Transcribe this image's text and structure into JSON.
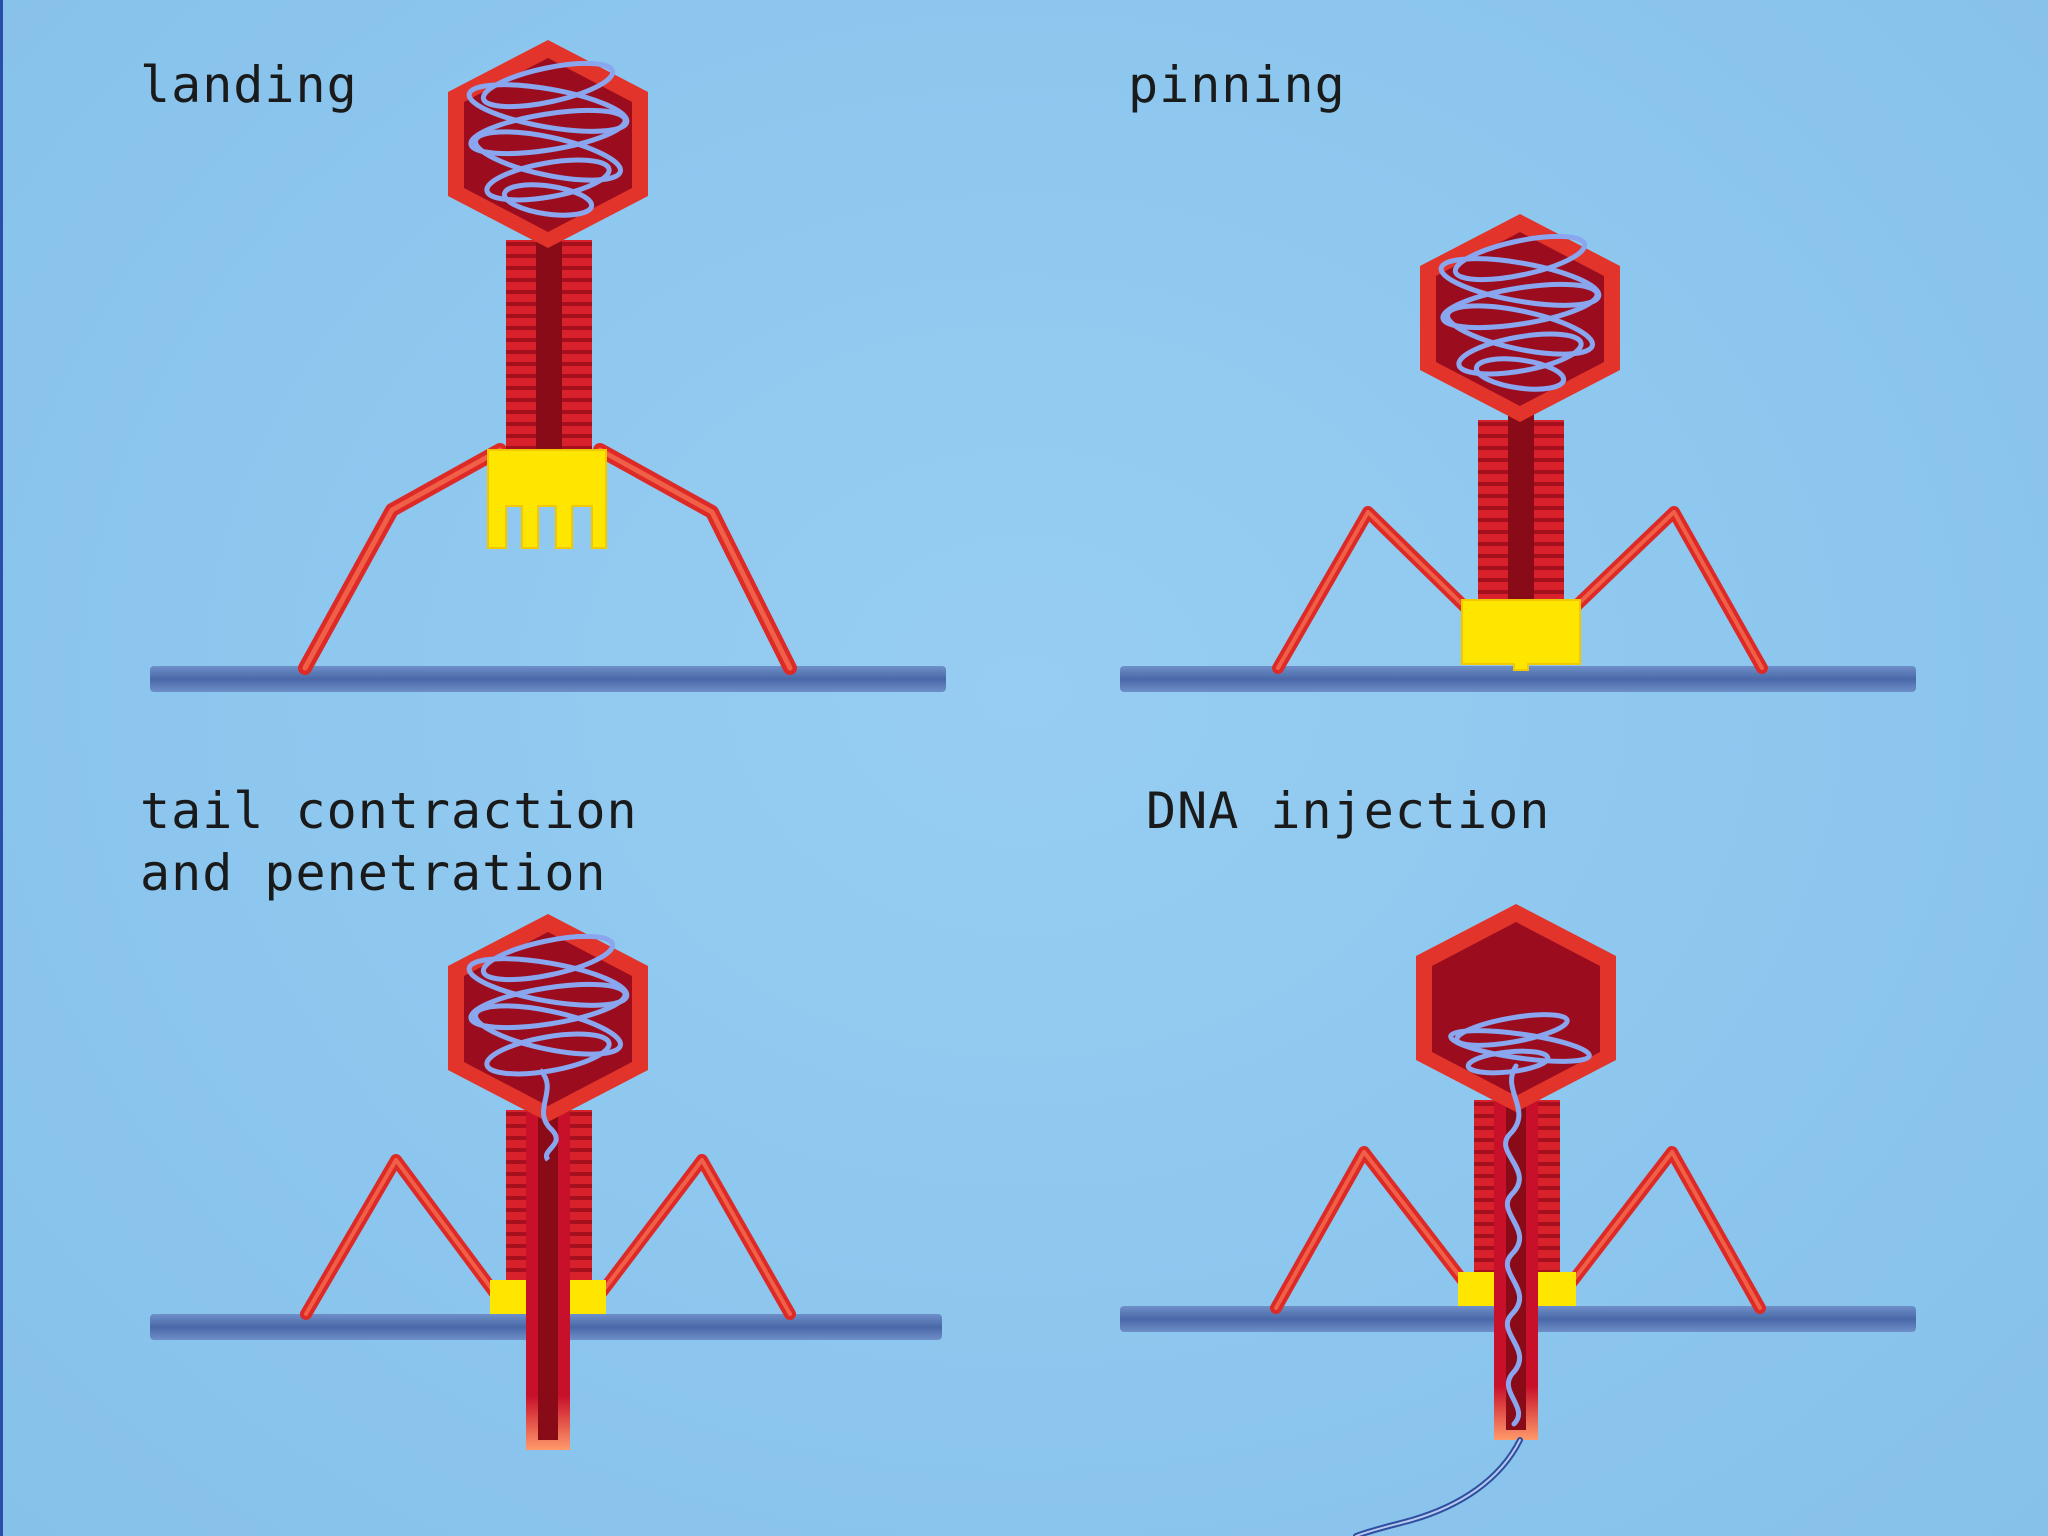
{
  "panels": [
    {
      "id": "landing",
      "lines": [
        "landing"
      ]
    },
    {
      "id": "pinning",
      "lines": [
        "pinning"
      ]
    },
    {
      "id": "contraction",
      "lines": [
        "tail contraction",
        "and penetration"
      ]
    },
    {
      "id": "injection",
      "lines": [
        "DNA injection"
      ]
    }
  ],
  "colors": {
    "background": "#8fc8ee",
    "membrane": "#4f6fae",
    "capsid_outer": "#e2342a",
    "capsid_inner": "#9b0d1e",
    "tail": "#d8212a",
    "tail_core": "#8a0b18",
    "baseplate": "#ffe600",
    "dna": "#8aa6ee",
    "fibers": "#dd2a26"
  }
}
